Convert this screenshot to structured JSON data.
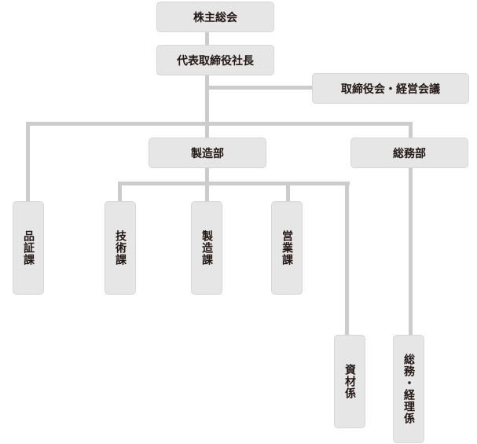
{
  "nodes": {
    "shareholders": "株主総会",
    "president": "代表取締役社長",
    "board": "取締役会・経営会議",
    "manufacturing_dept": "製造部",
    "general_affairs_dept": "総務部",
    "quality_section": "品証課",
    "engineering_section": "技術課",
    "production_section": "製造課",
    "sales_section": "営業課",
    "materials_unit": "資材係",
    "admin_accounting_unit": "総務・経理係"
  },
  "colors": {
    "line": "#cccccc",
    "box": "#e6e6e6",
    "text": "#231815"
  }
}
